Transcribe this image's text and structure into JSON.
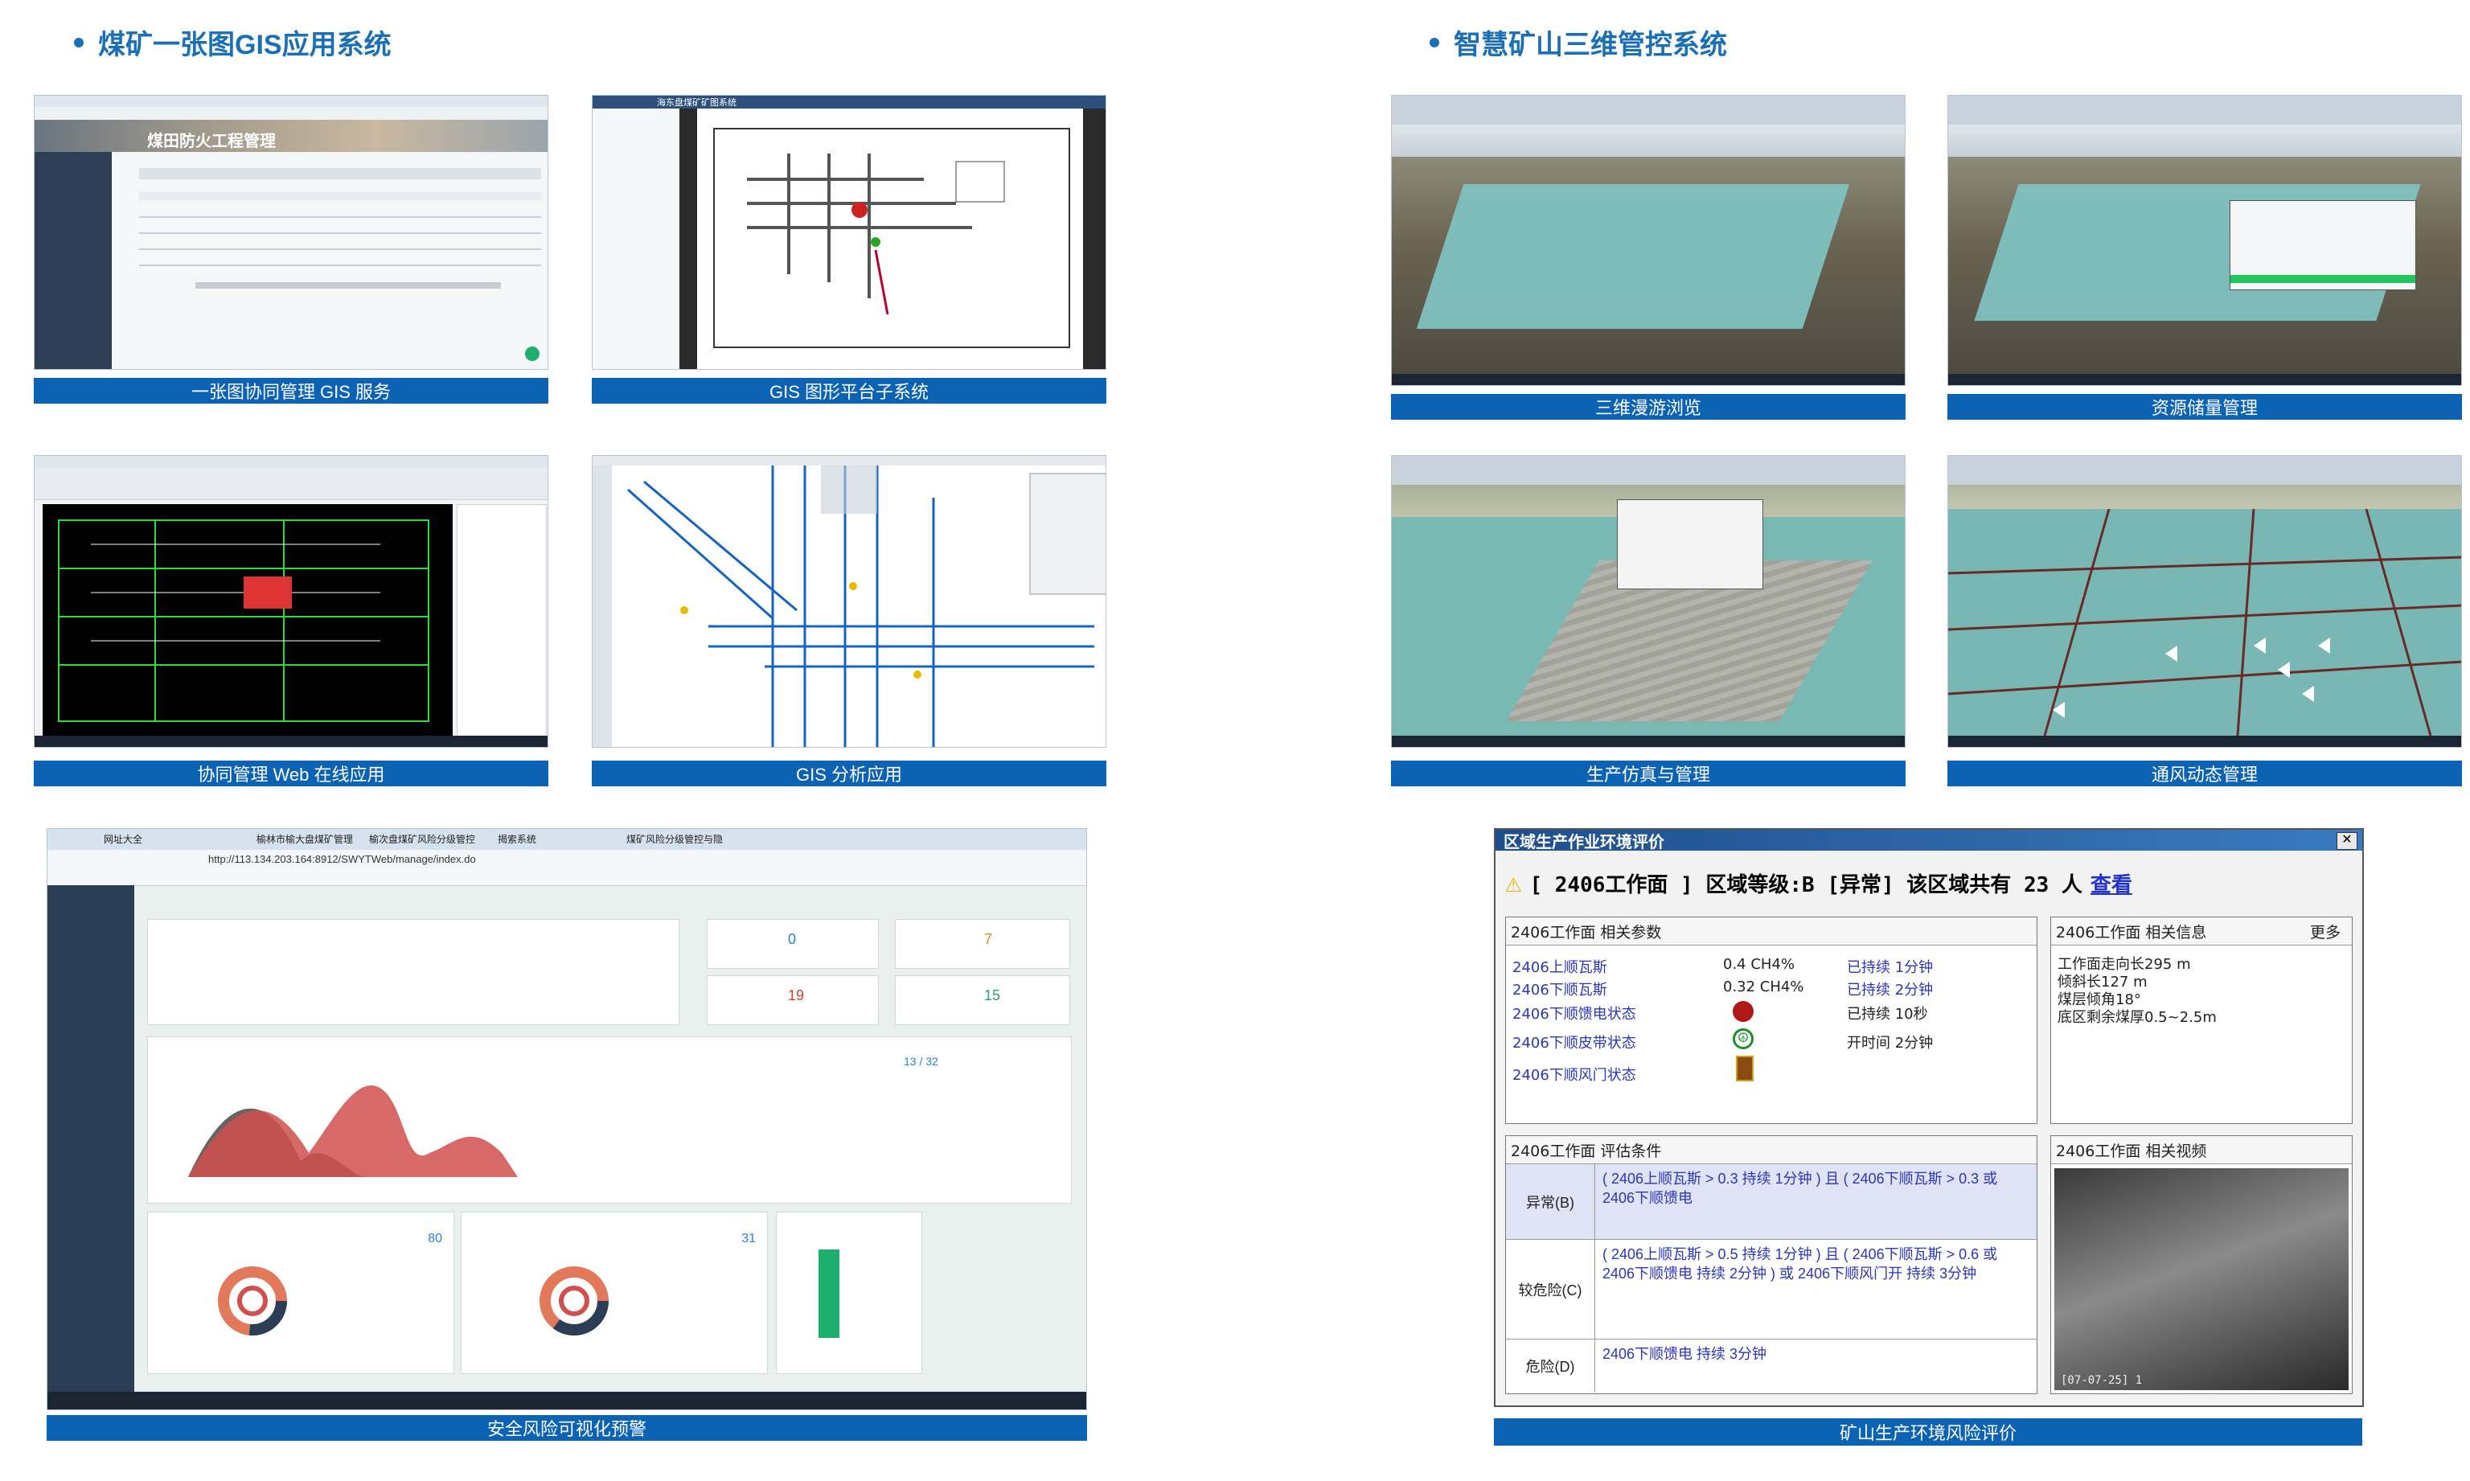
{
  "left_section": {
    "title": "煤矿一张图GIS应用系统"
  },
  "right_section": {
    "title": "智慧矿山三维管控系统"
  },
  "captions": {
    "gis_service": "一张图协同管理 GIS 服务",
    "gis_platform": "GIS 图形平台子系统",
    "web_app": "协同管理 Web 在线应用",
    "gis_analysis": "GIS 分析应用",
    "roam": "三维漫游浏览",
    "reserve": "资源储量管理",
    "production": "生产仿真与管理",
    "ventilation": "通风动态管理",
    "risk": "安全风险可视化预警",
    "env": "矿山生产环境风险评价"
  },
  "gis_service_shot": {
    "banner": "煤田防火工程管理"
  },
  "gis_platform_shot": {
    "title": "海东盘煤矿矿图系统"
  },
  "risk_shot": {
    "url": "http://113.134.203.164:8912/SWYTWeb/manage/index.do",
    "tabs": [
      "网址大全",
      "榆林市榆大盘煤矿管理",
      "榆次盘煤矿风险分级管控",
      "揭索系统",
      "煤矿风险分级管控与隐"
    ],
    "stats": [
      "0",
      "7",
      "19",
      "15"
    ],
    "gauge1": "80",
    "gauge2": "31",
    "progress": "13 / 32"
  },
  "eval": {
    "title": "区域生产作业环境评价",
    "warning": "[ 2406工作面 ] 区域等级:B [异常] 该区域共有 23 人",
    "link": "查看",
    "params_header": "2406工作面 相关参数",
    "params": [
      {
        "name": "2406上顺瓦斯",
        "value": "0.4  CH4%",
        "dur": "已持续 1分钟"
      },
      {
        "name": "2406下顺瓦斯",
        "value": "0.32 CH4%",
        "dur": "已持续 2分钟"
      },
      {
        "name": "2406下顺馈电状态",
        "value": "",
        "dur": "已持续 10秒"
      },
      {
        "name": "2406下顺皮带状态",
        "value": "",
        "dur": "开时间 2分钟"
      },
      {
        "name": "2406下顺风门状态",
        "value": "",
        "dur": ""
      }
    ],
    "info_header": "2406工作面 相关信息",
    "info_more": "更多",
    "info_lines": [
      "工作面走向长295 m",
      "倾斜长127 m",
      "煤层倾角18°",
      "底区剩余煤厚0.5~2.5m"
    ],
    "cond_header": "2406工作面 评估条件",
    "conds": [
      {
        "label": "异常(B)",
        "text": "( 2406上顺瓦斯 > 0.3 持续 1分钟 ) 且 ( 2406下顺瓦斯 > 0.3 或 2406下顺馈电"
      },
      {
        "label": "较危险(C)",
        "text": "( 2406上顺瓦斯 > 0.5 持续 1分钟 ) 且 ( 2406下顺瓦斯 > 0.6 或 2406下顺馈电 持续 2分钟 ) 或 2406下顺风门开 持续 3分钟"
      },
      {
        "label": "危险(D)",
        "text": "2406下顺馈电 持续 3分钟"
      }
    ],
    "video_header": "2406工作面 相关视频",
    "video_time": "[07-07-25] 1"
  }
}
